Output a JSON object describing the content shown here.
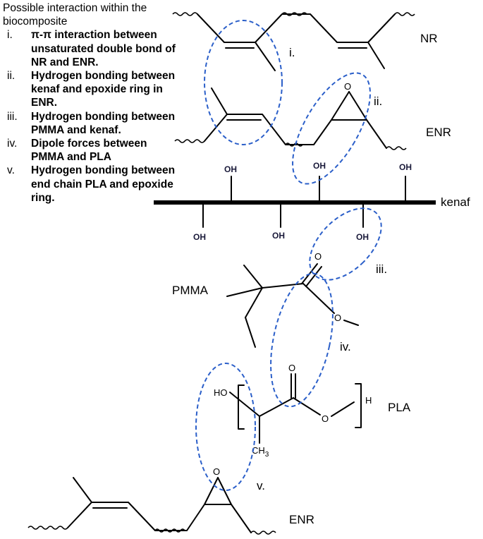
{
  "legend": {
    "title": "Possible interaction within the biocomposite",
    "items": [
      {
        "num": "i.",
        "text": "π-π interaction between unsaturated double bond of NR and ENR."
      },
      {
        "num": "ii.",
        "text": "Hydrogen bonding between kenaf and epoxide ring in ENR."
      },
      {
        "num": "iii.",
        "text": "Hydrogen bonding between PMMA and kenaf."
      },
      {
        "num": "iv.",
        "text": "Dipole forces between PMMA and PLA"
      },
      {
        "num": "v.",
        "text": "Hydrogen bonding between end chain PLA and epoxide ring."
      }
    ]
  },
  "molecules": {
    "nr": "NR",
    "enr_top": "ENR",
    "kenaf": "kenaf",
    "pmma": "PMMA",
    "pla": "PLA",
    "enr_bottom": "ENR"
  },
  "markers": {
    "i": "i.",
    "ii": "ii.",
    "iii": "iii.",
    "iv": "iv.",
    "v": "v."
  },
  "atoms": {
    "oh": "OH",
    "o": "O",
    "ho": "HO",
    "h": "H",
    "ch3_c": "CH",
    "ch3_sub": "3"
  },
  "colors": {
    "interaction_circle": "#2b5fc9",
    "bond": "#000000"
  }
}
